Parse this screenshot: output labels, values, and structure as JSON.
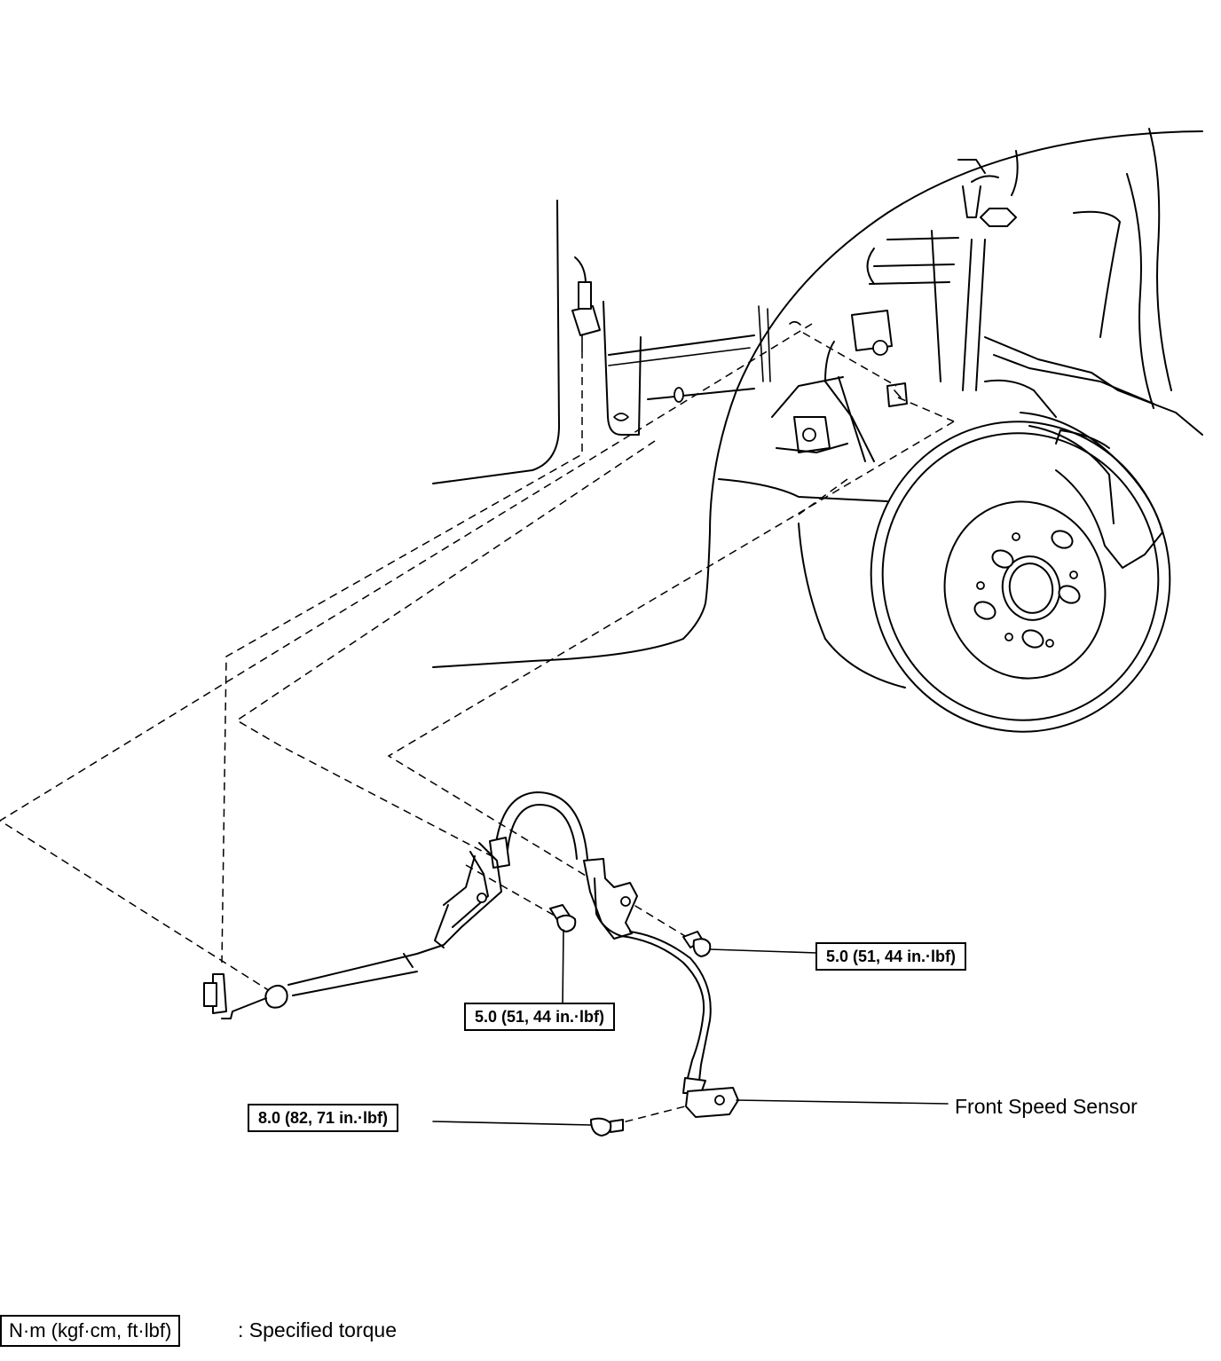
{
  "labels": {
    "torque_right": "5.0 (51, 44 in.·lbf)",
    "torque_center": "5.0 (51, 44 in.·lbf)",
    "torque_sensor": "8.0 (82, 71 in.·lbf)",
    "sensor_name": "Front Speed Sensor"
  },
  "legend": {
    "unit": "N·m (kgf·cm, ft·lbf)",
    "description": ": Specified torque"
  }
}
